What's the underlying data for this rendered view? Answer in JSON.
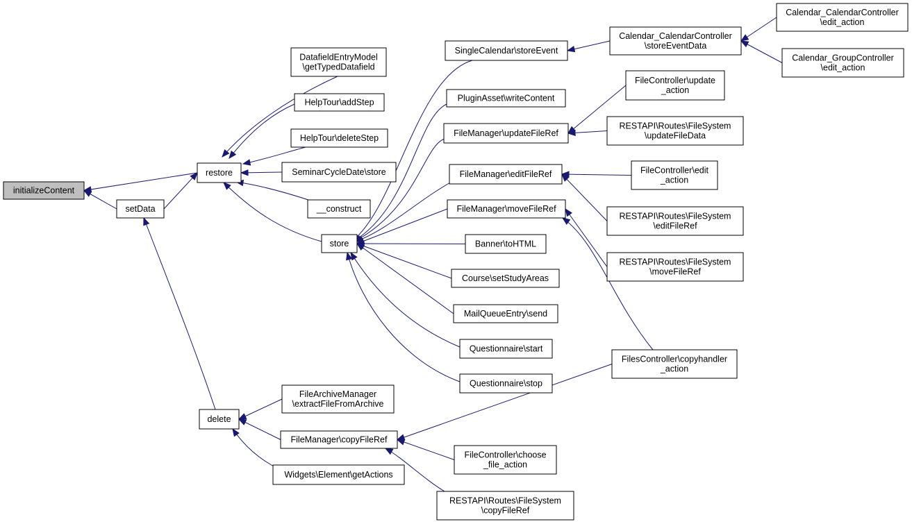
{
  "diagram": {
    "type": "call-graph",
    "edge_color": "#191970",
    "node_fill": "#ffffff",
    "selected_fill": "#bfbfbf",
    "nodes": [
      {
        "id": "initializeContent",
        "lines": [
          "initializeContent"
        ],
        "selected": true
      },
      {
        "id": "restore",
        "lines": [
          "restore"
        ]
      },
      {
        "id": "setData",
        "lines": [
          "setData"
        ]
      },
      {
        "id": "delete",
        "lines": [
          "delete"
        ]
      },
      {
        "id": "store",
        "lines": [
          "store"
        ]
      },
      {
        "id": "datafield",
        "lines": [
          "DatafieldEntryModel",
          "\\getTypedDatafield"
        ]
      },
      {
        "id": "addStep",
        "lines": [
          "HelpTour\\addStep"
        ]
      },
      {
        "id": "deleteStep",
        "lines": [
          "HelpTour\\deleteStep"
        ]
      },
      {
        "id": "seminar",
        "lines": [
          "SeminarCycleDate\\store"
        ]
      },
      {
        "id": "construct",
        "lines": [
          "__construct"
        ]
      },
      {
        "id": "singleCal",
        "lines": [
          "SingleCalendar\\storeEvent"
        ]
      },
      {
        "id": "pluginAsset",
        "lines": [
          "PluginAsset\\writeContent"
        ]
      },
      {
        "id": "fmUpdate",
        "lines": [
          "FileManager\\updateFileRef"
        ]
      },
      {
        "id": "fmEdit",
        "lines": [
          "FileManager\\editFileRef"
        ]
      },
      {
        "id": "fmMove",
        "lines": [
          "FileManager\\moveFileRef"
        ]
      },
      {
        "id": "banner",
        "lines": [
          "Banner\\toHTML"
        ]
      },
      {
        "id": "course",
        "lines": [
          "Course\\setStudyAreas"
        ]
      },
      {
        "id": "mail",
        "lines": [
          "MailQueueEntry\\send"
        ]
      },
      {
        "id": "qStart",
        "lines": [
          "Questionnaire\\start"
        ]
      },
      {
        "id": "qStop",
        "lines": [
          "Questionnaire\\stop"
        ]
      },
      {
        "id": "fam",
        "lines": [
          "FileArchiveManager",
          "\\extractFileFromArchive"
        ]
      },
      {
        "id": "fmCopy",
        "lines": [
          "FileManager\\copyFileRef"
        ]
      },
      {
        "id": "widgets",
        "lines": [
          "Widgets\\Element\\getActions"
        ]
      },
      {
        "id": "calStore",
        "lines": [
          "Calendar_CalendarController",
          "\\storeEventData"
        ]
      },
      {
        "id": "calEdit",
        "lines": [
          "Calendar_CalendarController",
          "\\edit_action"
        ]
      },
      {
        "id": "grpEdit",
        "lines": [
          "Calendar_GroupController",
          "\\edit_action"
        ]
      },
      {
        "id": "fcUpdate",
        "lines": [
          "FileController\\update",
          "_action"
        ]
      },
      {
        "id": "restUpdate",
        "lines": [
          "RESTAPI\\Routes\\FileSystem",
          "\\updateFileData"
        ]
      },
      {
        "id": "fcEdit",
        "lines": [
          "FileController\\edit",
          "_action"
        ]
      },
      {
        "id": "restEdit",
        "lines": [
          "RESTAPI\\Routes\\FileSystem",
          "\\editFileRef"
        ]
      },
      {
        "id": "restMove",
        "lines": [
          "RESTAPI\\Routes\\FileSystem",
          "\\moveFileRef"
        ]
      },
      {
        "id": "fsCopyHandler",
        "lines": [
          "FilesController\\copyhandler",
          "_action"
        ]
      },
      {
        "id": "fcChoose",
        "lines": [
          "FileController\\choose",
          "_file_action"
        ]
      },
      {
        "id": "restCopy",
        "lines": [
          "RESTAPI\\Routes\\FileSystem",
          "\\copyFileRef"
        ]
      }
    ],
    "edges": [
      {
        "from": "restore",
        "to": "initializeContent"
      },
      {
        "from": "setData",
        "to": "initializeContent"
      },
      {
        "from": "setData",
        "to": "restore"
      },
      {
        "from": "delete",
        "to": "setData"
      },
      {
        "from": "datafield",
        "to": "restore"
      },
      {
        "from": "addStep",
        "to": "restore"
      },
      {
        "from": "deleteStep",
        "to": "restore"
      },
      {
        "from": "seminar",
        "to": "restore"
      },
      {
        "from": "construct",
        "to": "restore"
      },
      {
        "from": "store",
        "to": "restore"
      },
      {
        "from": "singleCal",
        "to": "store"
      },
      {
        "from": "pluginAsset",
        "to": "store"
      },
      {
        "from": "fmUpdate",
        "to": "store"
      },
      {
        "from": "fmEdit",
        "to": "store"
      },
      {
        "from": "fmMove",
        "to": "store"
      },
      {
        "from": "banner",
        "to": "store"
      },
      {
        "from": "course",
        "to": "store"
      },
      {
        "from": "mail",
        "to": "store"
      },
      {
        "from": "qStart",
        "to": "store"
      },
      {
        "from": "qStop",
        "to": "store"
      },
      {
        "from": "fam",
        "to": "delete"
      },
      {
        "from": "fmCopy",
        "to": "delete"
      },
      {
        "from": "widgets",
        "to": "delete"
      },
      {
        "from": "calStore",
        "to": "singleCal"
      },
      {
        "from": "calEdit",
        "to": "calStore"
      },
      {
        "from": "grpEdit",
        "to": "calStore"
      },
      {
        "from": "fcUpdate",
        "to": "fmUpdate"
      },
      {
        "from": "restUpdate",
        "to": "fmUpdate"
      },
      {
        "from": "fcEdit",
        "to": "fmEdit"
      },
      {
        "from": "restEdit",
        "to": "fmEdit"
      },
      {
        "from": "restMove",
        "to": "fmMove"
      },
      {
        "from": "fsCopyHandler",
        "to": "fmMove"
      },
      {
        "from": "fsCopyHandler",
        "to": "fmCopy"
      },
      {
        "from": "fcChoose",
        "to": "fmCopy"
      },
      {
        "from": "restCopy",
        "to": "fmCopy"
      }
    ]
  }
}
